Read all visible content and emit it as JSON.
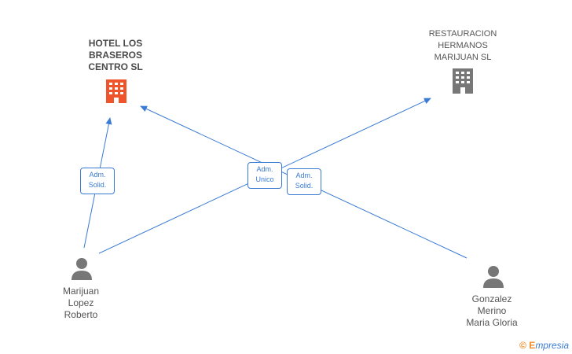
{
  "companies": [
    {
      "name_lines": [
        "HOTEL LOS",
        "BRASEROS",
        "CENTRO SL"
      ],
      "color": "#f0542a"
    },
    {
      "name_lines": [
        "RESTAURACION",
        "HERMANOS",
        "MARIJUAN SL"
      ],
      "color": "#777777"
    }
  ],
  "persons": [
    {
      "name_lines": [
        "Marijuan",
        "Lopez",
        "Roberto"
      ]
    },
    {
      "name_lines": [
        "Gonzalez",
        "Merino",
        "Maria Gloria"
      ]
    }
  ],
  "roles": [
    {
      "lines": [
        "Adm.",
        "Solid."
      ]
    },
    {
      "lines": [
        "Adm.",
        "Unico"
      ]
    },
    {
      "lines": [
        "Adm.",
        "Solid."
      ]
    }
  ],
  "footer": {
    "copyright": "©",
    "brand_initial": "E",
    "brand_rest": "mpresia"
  },
  "colors": {
    "line": "#3a7bd5",
    "person_icon": "#777777"
  }
}
